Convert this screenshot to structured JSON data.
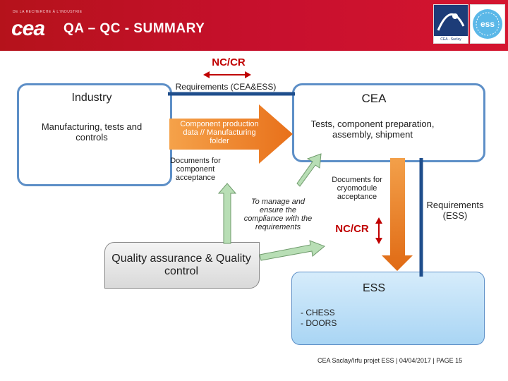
{
  "header": {
    "tagline": "DE LA RECHERCHE À L'INDUSTRIE",
    "logo_text": "cea",
    "title": "QA – QC - SUMMARY",
    "irfu_caption": "CEA - Saclay",
    "ess_logo_text": "ess"
  },
  "diagram": {
    "nc_cr_top": "NC/CR",
    "requirements_cea_ess": "Requirements (CEA&ESS)",
    "industry_title": "Industry",
    "industry_desc": "Manufacturing, tests and controls",
    "cea_title": "CEA",
    "cea_desc": "Tests, component preparation, assembly, shipment",
    "component_production": "Component production data // Manufacturing folder",
    "docs_component": "Documents for component acceptance",
    "docs_cryomodule": "Documents for cryomodule acceptance",
    "to_manage": "To manage and ensure the compliance with the requirements",
    "qa_qc": "Quality assurance & Quality control",
    "nc_cr_right": "NC/CR",
    "requirements_ess": "Requirements (ESS)",
    "ess_title": "ESS",
    "ess_items": [
      "-  CHESS",
      "-  DOORS"
    ]
  },
  "footer": {
    "text": "CEA Saclay/Irfu projet ESS | 04/04/2017 |  PAGE 15"
  },
  "colors": {
    "header_red": "#c8102e",
    "box_blue": "#5d8fc7",
    "arrow_orange": "#f07f1e",
    "arrow_green": "#b8deb5",
    "nc_cr_red": "#c00000"
  }
}
